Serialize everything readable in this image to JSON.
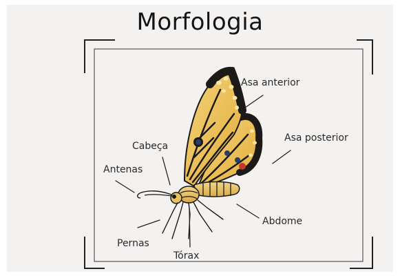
{
  "title": "Morfologia",
  "labels": {
    "asa_anterior": "Asa anterior",
    "asa_posterior": "Asa posterior",
    "cabeca": "Cabeça",
    "antenas": "Antenas",
    "abdome": "Abdome",
    "pernas": "Pernas",
    "torax": "Tórax"
  },
  "colors": {
    "background": "#f4f2f0",
    "frame": "#222222",
    "wing_yellow": "#eec45a",
    "wing_dark": "#1c1a18",
    "accent_blue": "#2c3e66",
    "accent_red": "#c0392b"
  },
  "icons": {
    "illustration": "butterfly-illustration"
  }
}
